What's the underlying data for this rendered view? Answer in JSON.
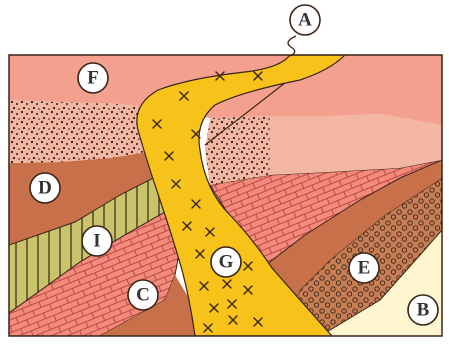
{
  "labels": {
    "A": "A",
    "B": "B",
    "C": "C",
    "D": "D",
    "E": "E",
    "F": "F",
    "G": "G",
    "I": "I"
  },
  "colors": {
    "layer_f": "#F4A08E",
    "layer_f_top": "#F6AE9B",
    "sand_layer": "#F3B6A2",
    "sand_dots": "#2A1A12",
    "layer_d": "#C8704A",
    "layer_i": "#C9C46A",
    "layer_i_stripes": "#3B3320",
    "layer_c": "#F48A7C",
    "layer_c_bricks": "#B84B45",
    "layer_e": "#C77E55",
    "layer_e_circles": "#3A2418",
    "layer_b": "#FFF6CF",
    "intrusion_g": "#F7C21A",
    "intrusion_crosses": "#3A2A12",
    "outline": "#3A2418",
    "label_circle_fill": "#FFFFFF"
  },
  "icons": {
    "crosses": "x-cross-pattern",
    "sand": "dot-pattern",
    "bricks": "brick-pattern",
    "gravel": "circle-pattern",
    "stripes": "vertical-stripe-pattern"
  }
}
